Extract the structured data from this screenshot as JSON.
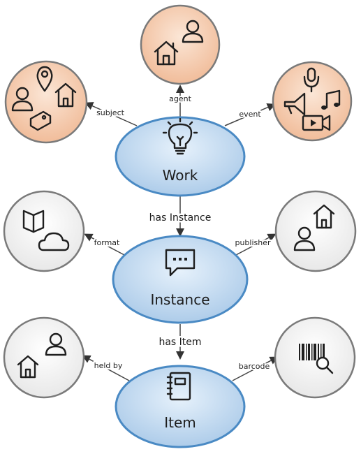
{
  "nodes": {
    "work": {
      "label": "Work"
    },
    "instance": {
      "label": "Instance"
    },
    "item": {
      "label": "Item"
    }
  },
  "links": {
    "has_instance": "has Instance",
    "has_item": "has Item"
  },
  "edges": {
    "agent": "agent",
    "subject": "subject",
    "event": "event",
    "format": "format",
    "publisher": "publisher",
    "held_by": "held by",
    "barcode": "barcode"
  },
  "colors": {
    "ellipse_fill": "#a9c9e8",
    "ellipse_stroke": "#4a8ac4",
    "orange_circle": "#f2c09a",
    "grey_circle": "#eeeeee",
    "circle_stroke": "#7a7a7a"
  },
  "icons": {
    "work": "lightbulb-icon",
    "instance": "speech-bubble-icon",
    "item": "notebook-icon",
    "agent": [
      "house-icon",
      "person-icon"
    ],
    "subject": [
      "person-icon",
      "location-pin-icon",
      "house-icon",
      "tag-icon"
    ],
    "event": [
      "microphone-icon",
      "megaphone-icon",
      "music-notes-icon",
      "video-camera-icon"
    ],
    "format": [
      "book-icon",
      "cloud-icon"
    ],
    "publisher": [
      "house-icon",
      "person-icon"
    ],
    "held_by": [
      "house-icon",
      "person-icon"
    ],
    "barcode": [
      "barcode-icon",
      "magnifier-icon"
    ]
  }
}
